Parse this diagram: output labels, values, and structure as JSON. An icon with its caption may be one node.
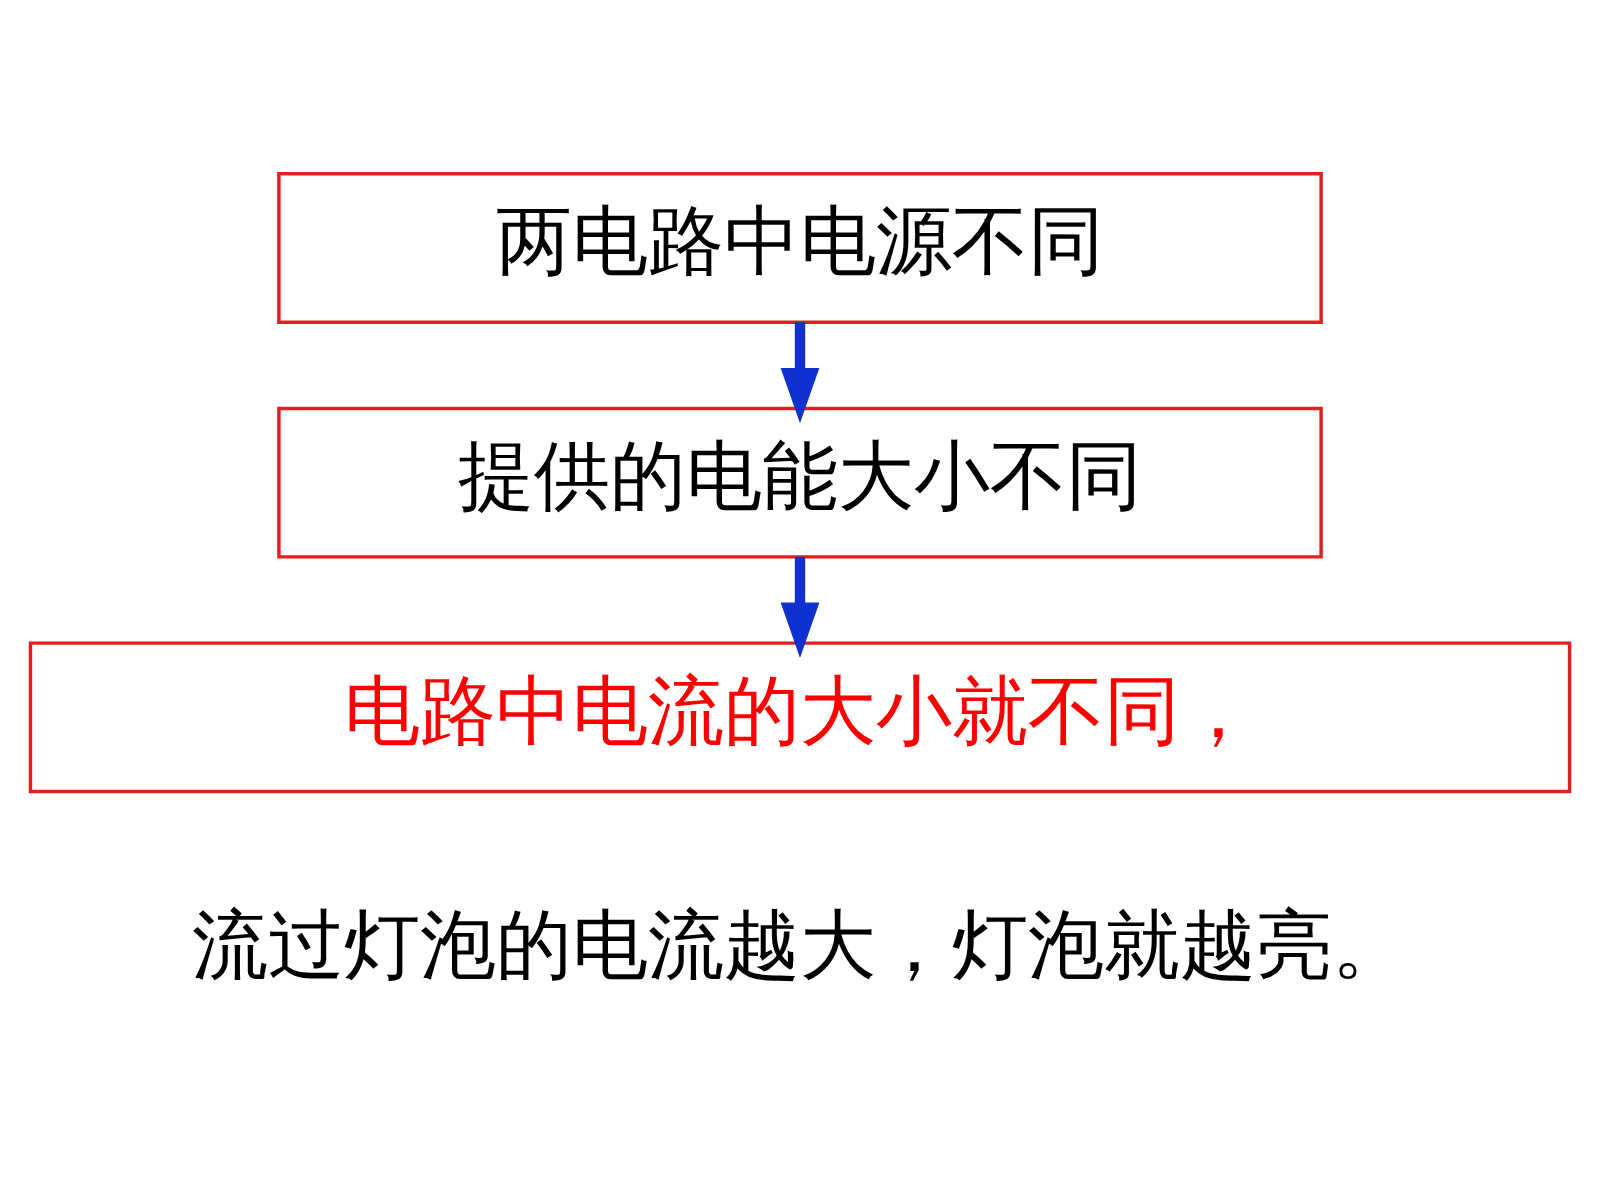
{
  "diagram": {
    "nodes": [
      {
        "text": [
          "两电路中电源不同"
        ]
      },
      {
        "text": [
          "提供的电能大小不同"
        ]
      },
      {
        "text": [
          "电路中电流的大小就不同，"
        ]
      }
    ],
    "edges": [
      {
        "from": 0,
        "to": 1,
        "arrow": "to"
      },
      {
        "from": 1,
        "to": 2,
        "arrow": "to"
      }
    ],
    "labels": [
      "流过灯泡的电流越大，灯泡就越亮。"
    ]
  }
}
